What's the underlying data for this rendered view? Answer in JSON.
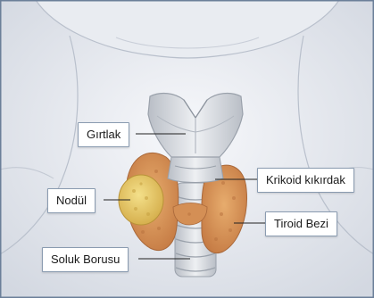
{
  "labels": {
    "larynx": "Gırtlak",
    "nodule": "Nodül",
    "cricoid": "Krikoid kıkırdak",
    "thyroid": "Tiroid Bezi",
    "trachea": "Soluk Borusu"
  },
  "colors": {
    "background": "#dfe3ea",
    "skin_outline": "#b9c0cc",
    "cartilage": "#d4d8de",
    "thyroid_gland": "#d99a5e",
    "nodule": "#e8cc6a",
    "frame": "#6b7f99"
  }
}
